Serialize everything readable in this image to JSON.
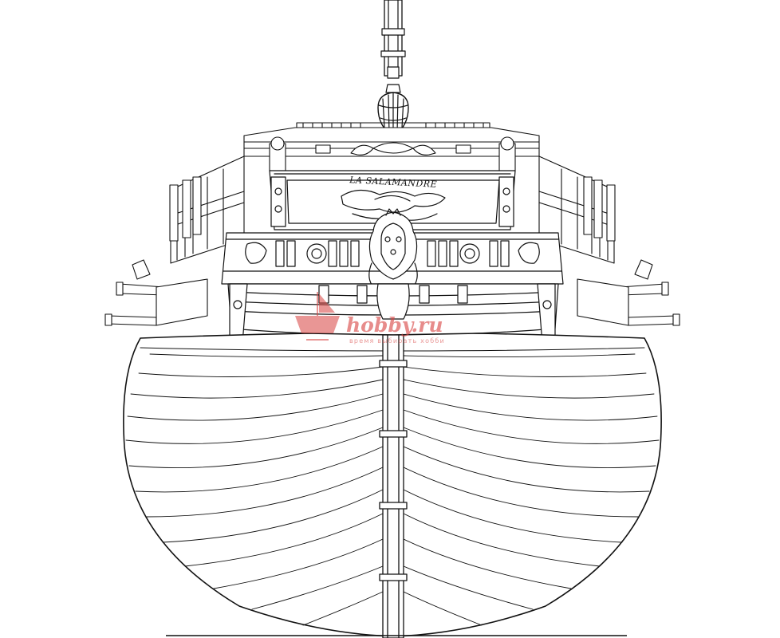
{
  "drawing": {
    "banner_text": "LA SALAMANDRE",
    "colors": {
      "ink": "#111111",
      "paper": "#ffffff",
      "watermark": "#d8413f"
    }
  },
  "watermark": {
    "logo_text": "hobby.ru",
    "slogan": "время выбирать хобби",
    "icon": "ship-logo-icon"
  }
}
